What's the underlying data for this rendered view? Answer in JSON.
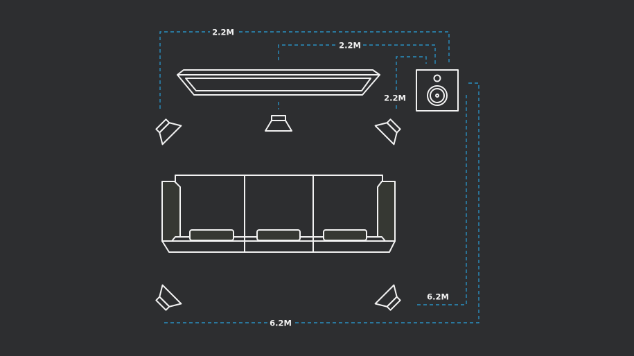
{
  "colors": {
    "background": "#2d2e30",
    "dimension_line": "#2a90c2",
    "outline": "#f2f2f2"
  },
  "diagram": {
    "labels": {
      "front_left_to_sub": "2.2M",
      "center_to_sub": "2.2M",
      "front_right_to_sub": "2.2M",
      "rear_right_to_sub": "6.2M",
      "rear_left_to_sub": "6.2M"
    },
    "icons": [
      "tv-icon",
      "subwoofer-icon",
      "center-speaker-icon",
      "front-left-speaker-icon",
      "front-right-speaker-icon",
      "rear-left-speaker-icon",
      "rear-right-speaker-icon",
      "sofa-icon"
    ]
  }
}
